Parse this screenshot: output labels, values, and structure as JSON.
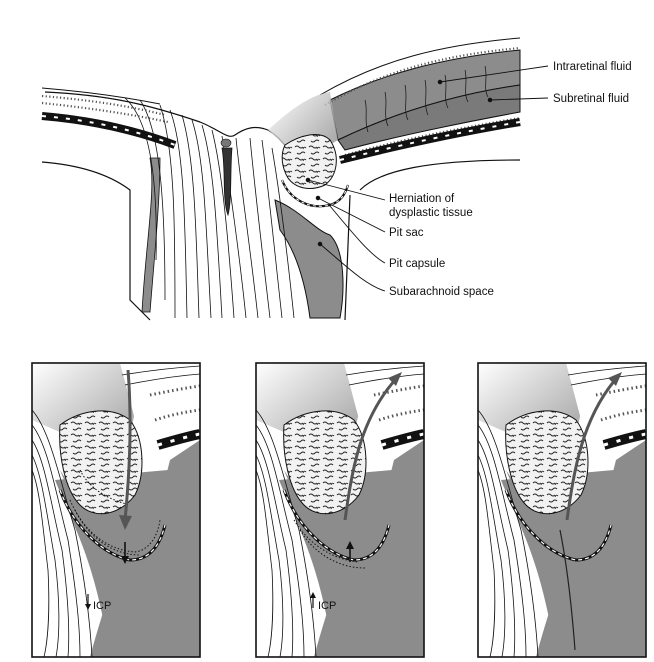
{
  "labels": {
    "intraretinal_fluid": "Intraretinal fluid",
    "subretinal_fluid": "Subretinal fluid",
    "herniation_line1": "Herniation of",
    "herniation_line2": "dysplastic tissue",
    "pit_sac": "Pit sac",
    "pit_capsule": "Pit capsule",
    "subarachnoid_space": "Subarachnoid space"
  },
  "panels": {
    "left_icp": "ICP",
    "middle_icp": "ICP"
  },
  "colors": {
    "tissue_gray": "#8c8c8c",
    "dark_gray": "#6e6e6e",
    "light_gray": "#d9d9d9",
    "line": "#111111",
    "background": "#ffffff"
  }
}
